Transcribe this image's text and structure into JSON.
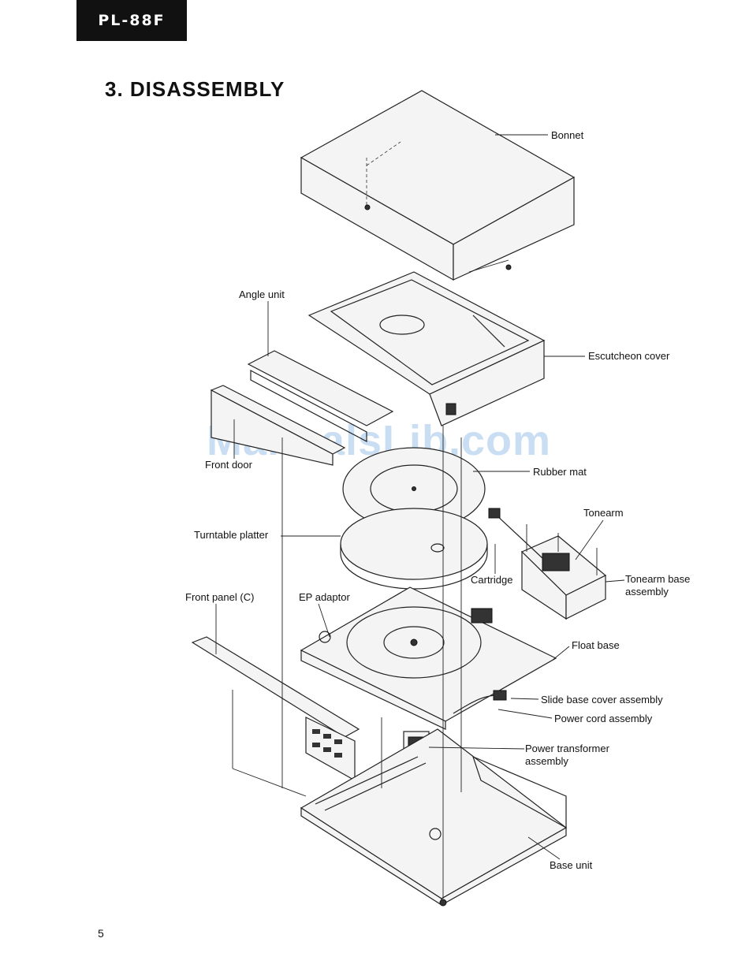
{
  "header": {
    "model": "PL-88F",
    "section_title": "3. DISASSEMBLY"
  },
  "watermark": "ManualsLib.com",
  "labels": {
    "bonnet": "Bonnet",
    "angle_unit": "Angle unit",
    "escutcheon_cover": "Escutcheon cover",
    "front_door": "Front door",
    "rubber_mat": "Rubber mat",
    "tonearm": "Tonearm",
    "turntable_platter": "Turntable platter",
    "cartridge": "Cartridge",
    "tonearm_base_1": "Tonearm base",
    "tonearm_base_2": "assembly",
    "front_panel": "Front panel (C)",
    "ep_adaptor": "EP adaptor",
    "float_base": "Float base",
    "slide_base_cover": "Slide base cover assembly",
    "power_cord": "Power cord assembly",
    "power_transformer_1": "Power transformer",
    "power_transformer_2": "assembly",
    "base_unit": "Base unit"
  },
  "footer": {
    "page_number": "5"
  }
}
